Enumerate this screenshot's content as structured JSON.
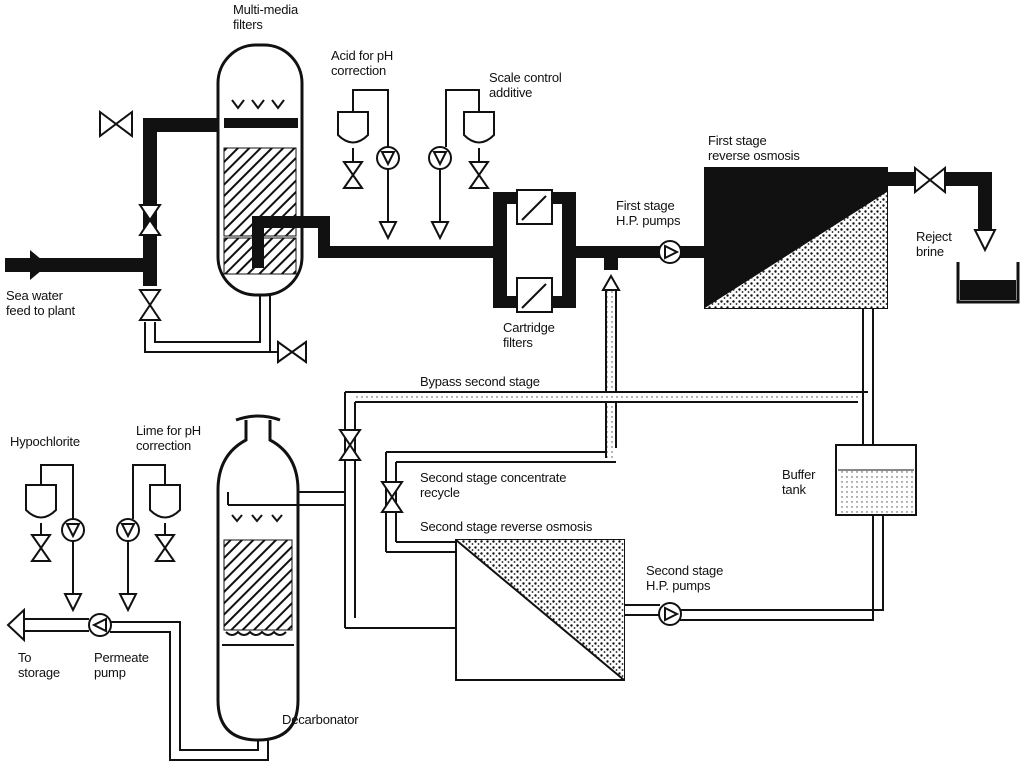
{
  "labels": {
    "multimedia_filters": "Multi-media\nfilters",
    "acid": "Acid for pH\ncorrection",
    "scale_control": "Scale control\nadditive",
    "first_stage_ro": "First stage\nreverse osmosis",
    "first_stage_pumps": "First stage\nH.P. pumps",
    "reject_brine": "Reject\nbrine",
    "sea_water": "Sea water\nfeed to plant",
    "cartridge_filters": "Cartridge\nfilters",
    "bypass": "Bypass second stage",
    "hypochlorite": "Hypochlorite",
    "lime": "Lime for pH\ncorrection",
    "buffer_tank": "Buffer\ntank",
    "concentrate_recycle": "Second stage concentrate\nrecycle",
    "second_stage_ro": "Second stage reverse osmosis",
    "second_stage_pumps": "Second stage\nH.P. pumps",
    "to_storage": "To\nstorage",
    "permeate_pump": "Permeate\npump",
    "decarbonator": "Decarbonator"
  },
  "colors": {
    "ink": "#111111",
    "background": "#ffffff"
  }
}
